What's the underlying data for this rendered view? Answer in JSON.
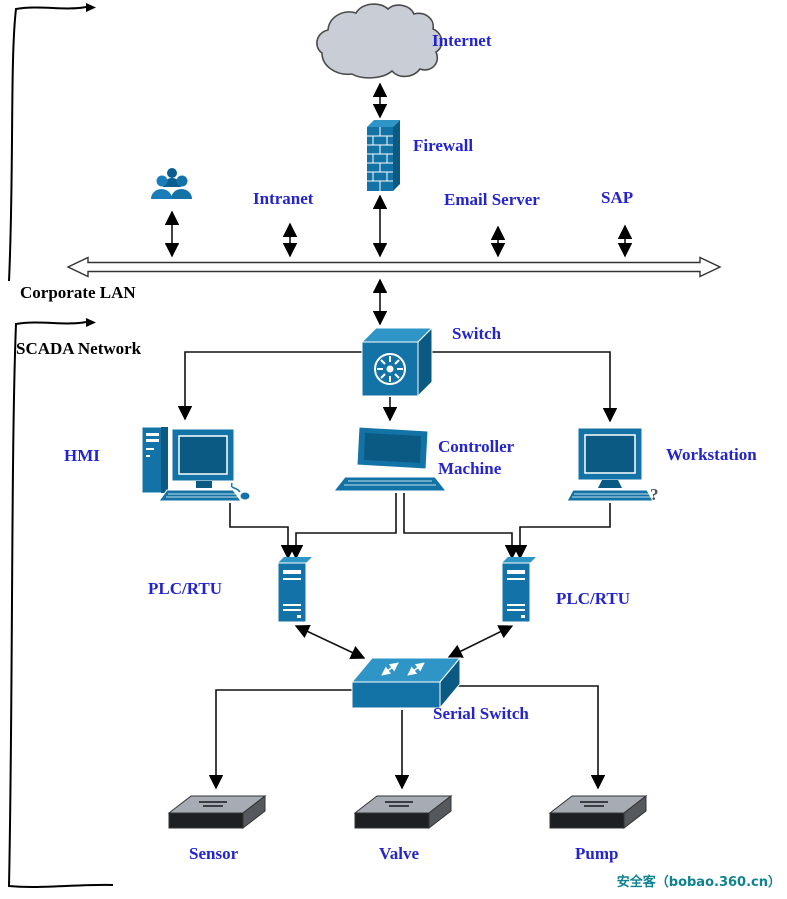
{
  "title": "SCADA network architecture diagram",
  "colors": {
    "label_blue": "#2424CE",
    "text_black": "#000000",
    "icon_main": "#1373A6",
    "icon_light": "#2E95C6",
    "icon_dark": "#0A5A84",
    "cloud_fill": "#C8CDD6",
    "device_top_gray": "#A7ACB4",
    "device_front_black": "#1E1F22",
    "watermark_teal": "#0E8390"
  },
  "zones": {
    "corporate_lan": "Corporate LAN",
    "scada_network": "SCADA Network"
  },
  "nodes": {
    "internet": "Internet",
    "firewall": "Firewall",
    "intranet": "Intranet",
    "email_server": "Email Server",
    "sap": "SAP",
    "switch": "Switch",
    "hmi": "HMI",
    "controller_machine": "Controller Machine",
    "workstation": "Workstation",
    "workstation_mark": "?",
    "plc_rtu_left": "PLC/RTU",
    "plc_rtu_right": "PLC/RTU",
    "serial_switch": "Serial Switch",
    "sensor": "Sensor",
    "valve": "Valve",
    "pump": "Pump"
  },
  "icons": {
    "internet": "cloud-icon",
    "firewall": "brick-wall-icon",
    "users": "users-group-icon",
    "lan_bus": "double-arrow-bus",
    "switch": "network-switch-icon",
    "hmi": "desktop-computer-icon",
    "controller_machine": "laptop-icon",
    "workstation": "workstation-computer-icon",
    "plc_rtu": "server-tower-icon",
    "serial_switch": "flat-switch-icon",
    "field_device": "flat-device-box-icon"
  },
  "edges": [
    {
      "from": "internet",
      "to": "firewall",
      "arrows": "both"
    },
    {
      "from": "firewall",
      "to": "corporate_lan_bus",
      "arrows": "both"
    },
    {
      "from": "users",
      "to": "corporate_lan_bus",
      "arrows": "both"
    },
    {
      "from": "intranet",
      "to": "corporate_lan_bus",
      "arrows": "both"
    },
    {
      "from": "email_server",
      "to": "corporate_lan_bus",
      "arrows": "both"
    },
    {
      "from": "sap",
      "to": "corporate_lan_bus",
      "arrows": "both"
    },
    {
      "from": "corporate_lan_bus",
      "to": "switch",
      "arrows": "both"
    },
    {
      "from": "switch",
      "to": "hmi",
      "arrows": "end"
    },
    {
      "from": "switch",
      "to": "controller_machine",
      "arrows": "end"
    },
    {
      "from": "switch",
      "to": "workstation",
      "arrows": "end"
    },
    {
      "from": "hmi",
      "to": "plc_rtu_left",
      "arrows": "end"
    },
    {
      "from": "controller_machine",
      "to": "plc_rtu_left",
      "arrows": "end"
    },
    {
      "from": "controller_machine",
      "to": "plc_rtu_right",
      "arrows": "end"
    },
    {
      "from": "workstation",
      "to": "plc_rtu_right",
      "arrows": "end"
    },
    {
      "from": "plc_rtu_left",
      "to": "serial_switch",
      "arrows": "both"
    },
    {
      "from": "plc_rtu_right",
      "to": "serial_switch",
      "arrows": "both"
    },
    {
      "from": "serial_switch",
      "to": "sensor",
      "arrows": "end"
    },
    {
      "from": "serial_switch",
      "to": "valve",
      "arrows": "end"
    },
    {
      "from": "serial_switch",
      "to": "pump",
      "arrows": "end"
    }
  ],
  "watermark": "安全客（bobao.360.cn）"
}
